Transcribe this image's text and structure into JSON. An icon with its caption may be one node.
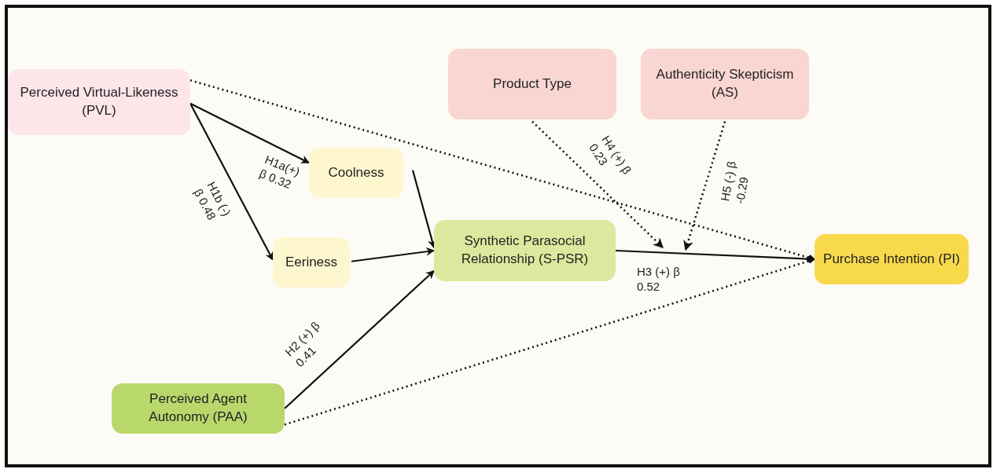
{
  "diagram": {
    "nodes": [
      {
        "text": [
          "Perceived Virtual-Likeness (PVL)"
        ]
      },
      {
        "text": [
          "Product Type"
        ]
      },
      {
        "text": [
          "Authenticity Skepticism (AS)"
        ]
      },
      {
        "text": [
          "Coolness"
        ]
      },
      {
        "text": [
          "Eeriness"
        ]
      },
      {
        "text": [
          "Synthetic Parasocial Relationship (S-PSR)"
        ]
      },
      {
        "text": [
          "Purchase Intention (PI)"
        ]
      },
      {
        "text": [
          "Perceived Agent Autonomy (PAA)"
        ]
      }
    ],
    "edges": [
      {
        "from": 0,
        "to": 3,
        "arrow": "to",
        "label": "H1a(+) β 0.32"
      },
      {
        "from": 0,
        "to": 4,
        "arrow": "to",
        "label": "H1b (-) β 0.48"
      },
      {
        "from": 3,
        "to": 5,
        "arrow": "to"
      },
      {
        "from": 4,
        "to": 5,
        "arrow": "to"
      },
      {
        "from": 7,
        "to": 5,
        "arrow": "to",
        "label": "H2 (+) β 0.41"
      },
      {
        "from": 5,
        "to": 6,
        "arrow": "other",
        "label": "H3 (+) β 0.52"
      },
      {
        "from": 0,
        "to": 6,
        "arrow": "none",
        "style": "dashed"
      },
      {
        "from": 7,
        "to": 6,
        "arrow": "none",
        "style": "dashed"
      },
      {
        "from": 1,
        "to": null,
        "arrow": "to",
        "style": "dashed",
        "label": "H4 (+) β 0.23"
      },
      {
        "from": 2,
        "to": null,
        "arrow": "to",
        "style": "dashed",
        "label": "H5 (-) β -0.29"
      }
    ]
  }
}
